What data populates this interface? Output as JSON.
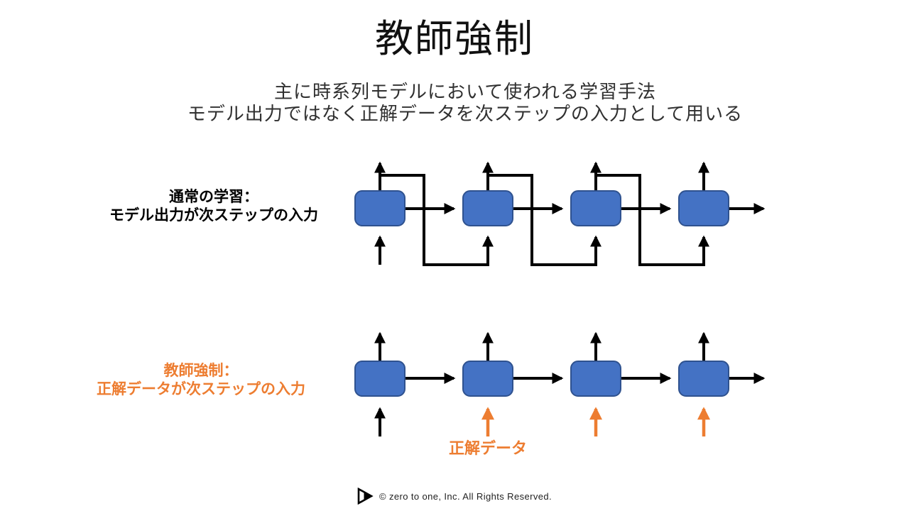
{
  "slide": {
    "title": "教師強制",
    "subtitle": {
      "line1": "主に時系列モデルにおいて使われる学習手法",
      "line2": "モデル出力ではなく正解データを次ステップの入力として用いる"
    },
    "normal_training": {
      "label_line1": "通常の学習：",
      "label_line2": "モデル出力が次ステップの入力",
      "cell_count": 4
    },
    "teacher_forcing": {
      "label_line1": "教師強制：",
      "label_line2": "正解データが次ステップの入力",
      "ground_truth_label": "正解データ",
      "cell_count": 4
    },
    "footer": {
      "copyright": "© zero to one, Inc. All Rights Reserved.",
      "logo_icon": "zero-to-one-play-logo"
    },
    "colors": {
      "cell_fill": "#4472C4",
      "cell_border": "#2F528F",
      "connector": "#000000",
      "accent_orange": "#ED7D31"
    }
  }
}
